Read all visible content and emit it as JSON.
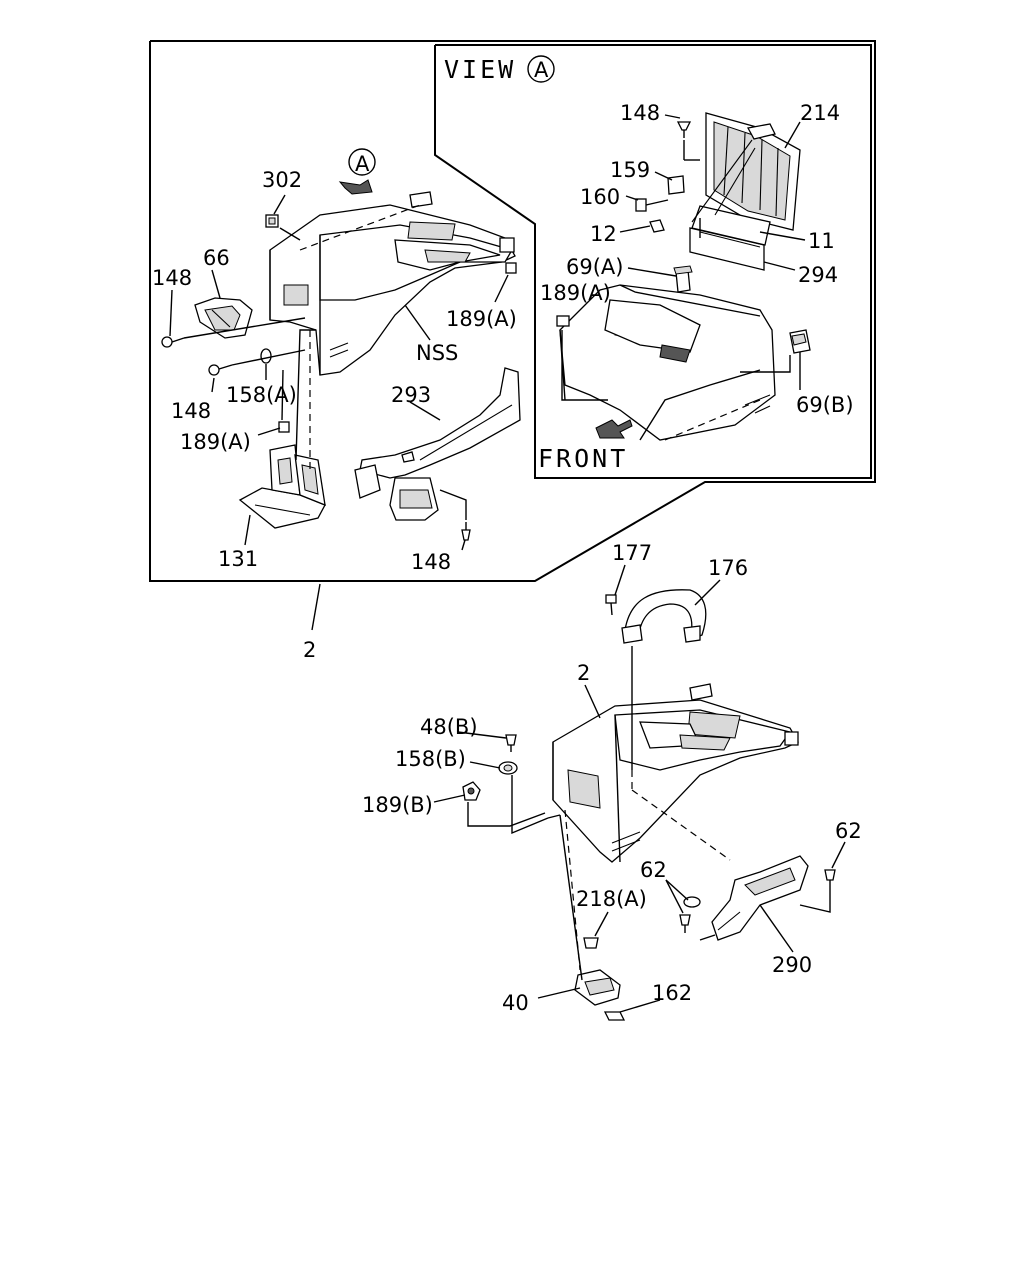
{
  "view": {
    "title": "VIEW",
    "marker": "A",
    "front_label": "FRONT"
  },
  "callouts": {
    "c148_view": "148",
    "c214": "214",
    "c159": "159",
    "c160": "160",
    "c12": "12",
    "c11": "11",
    "c294": "294",
    "c69a": "69(A)",
    "c189a_view": "189(A)",
    "c69b": "69(B)",
    "c302": "302",
    "c66": "66",
    "c148_left": "148",
    "c189a_right": "189(A)",
    "c_nss": "NSS",
    "c148_mid": "148",
    "c158a": "158(A)",
    "c189a_low": "189(A)",
    "c293": "293",
    "c131": "131",
    "c148_low": "148",
    "c2_top": "2",
    "c177": "177",
    "c176": "176",
    "c2_main": "2",
    "c48b": "48(B)",
    "c158b": "158(B)",
    "c189b": "189(B)",
    "c62_right": "62",
    "c62_left": "62",
    "c218a": "218(A)",
    "c290": "290",
    "c40": "40",
    "c162": "162"
  }
}
